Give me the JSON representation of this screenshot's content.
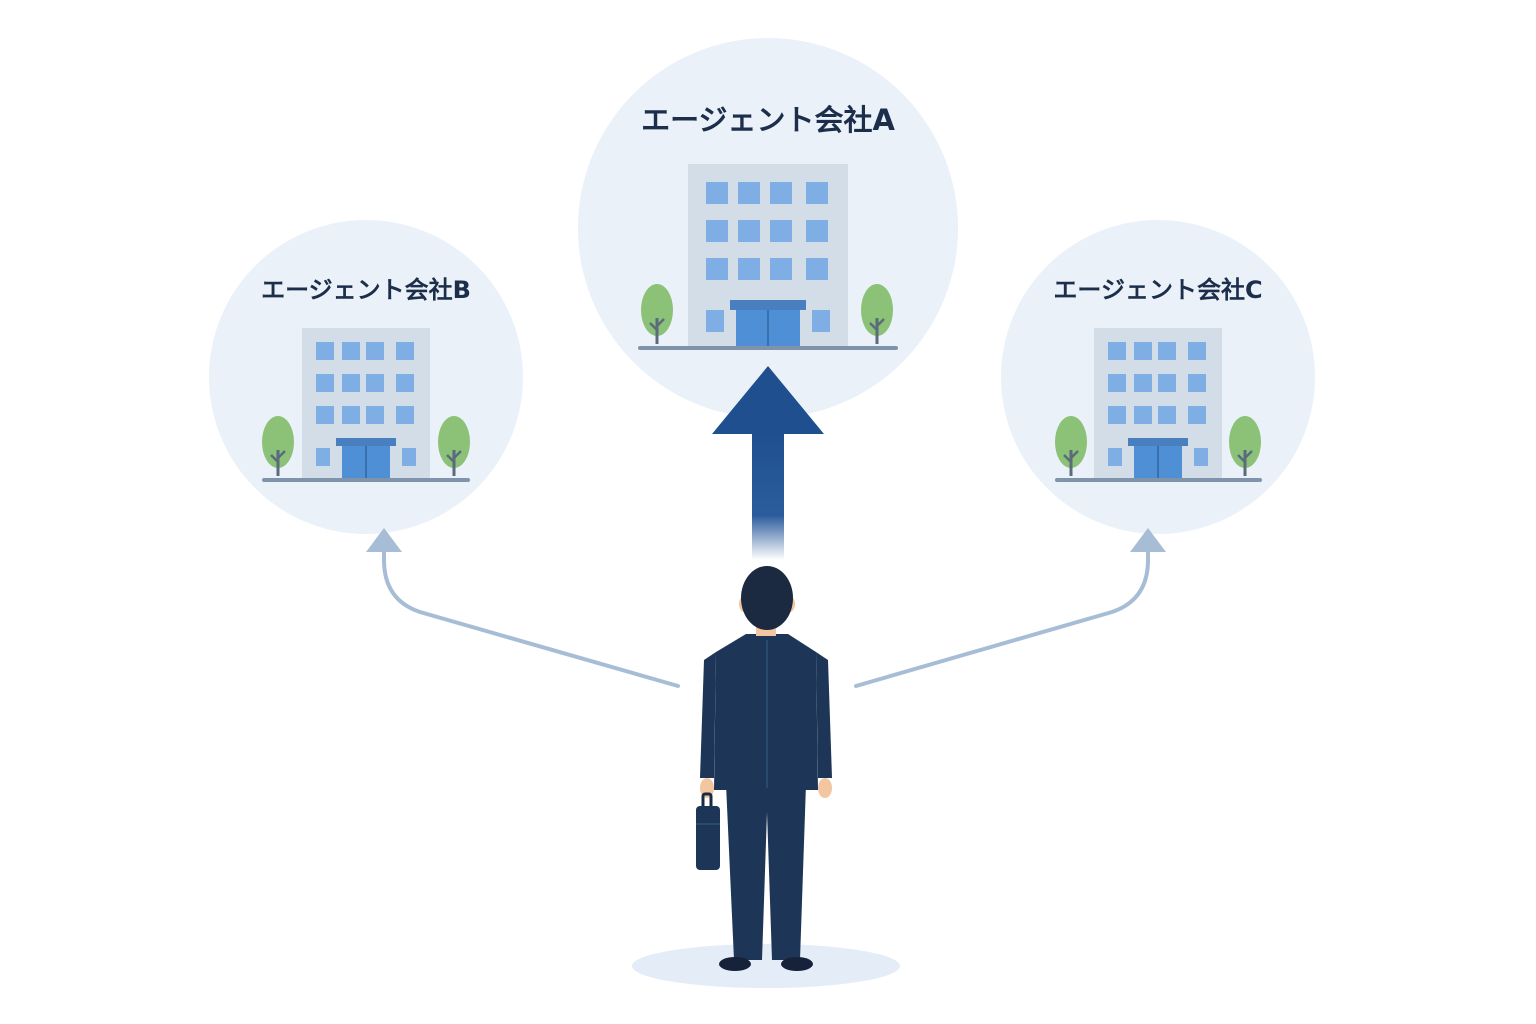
{
  "companies": {
    "a": {
      "label": "エージェント会社A"
    },
    "b": {
      "label": "エージェント会社B"
    },
    "c": {
      "label": "エージェント会社C"
    }
  },
  "colors": {
    "circle_fill": "#eaf1f9",
    "building_body": "#d3dde8",
    "window": "#7eaee3",
    "door": "#4f8fd6",
    "tree": "#8cc277",
    "trunk": "#5a6b7c",
    "ground": "#7f93ab",
    "main_arrow": "#1f4f8f",
    "side_arrow": "#a7bdd6",
    "suit": "#1d3557",
    "shadow": "#e4edf7"
  },
  "icons": [
    "building-icon",
    "tree-icon",
    "person-icon",
    "briefcase-icon",
    "arrow-up-icon"
  ]
}
